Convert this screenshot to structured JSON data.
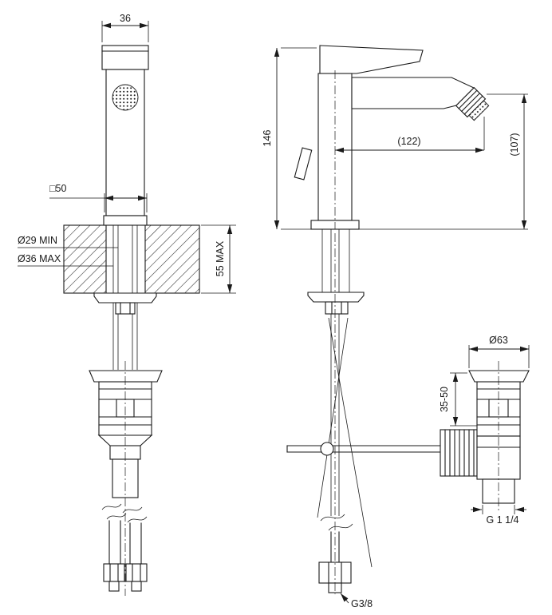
{
  "colors": {
    "line": "#1a1a1a",
    "background": "#ffffff"
  },
  "dims": {
    "top_width": "36",
    "base_square": "□50",
    "hole_min": "Ø29 MIN",
    "hole_max": "Ø36 MAX",
    "counter_max": "55 MAX",
    "body_height": "146",
    "spout_reach": "(122)",
    "spout_height": "(107)",
    "waste_flange": "Ø63",
    "waste_adjust": "35-50",
    "waste_thread": "G 1 1/4",
    "supply_thread": "G3/8"
  }
}
